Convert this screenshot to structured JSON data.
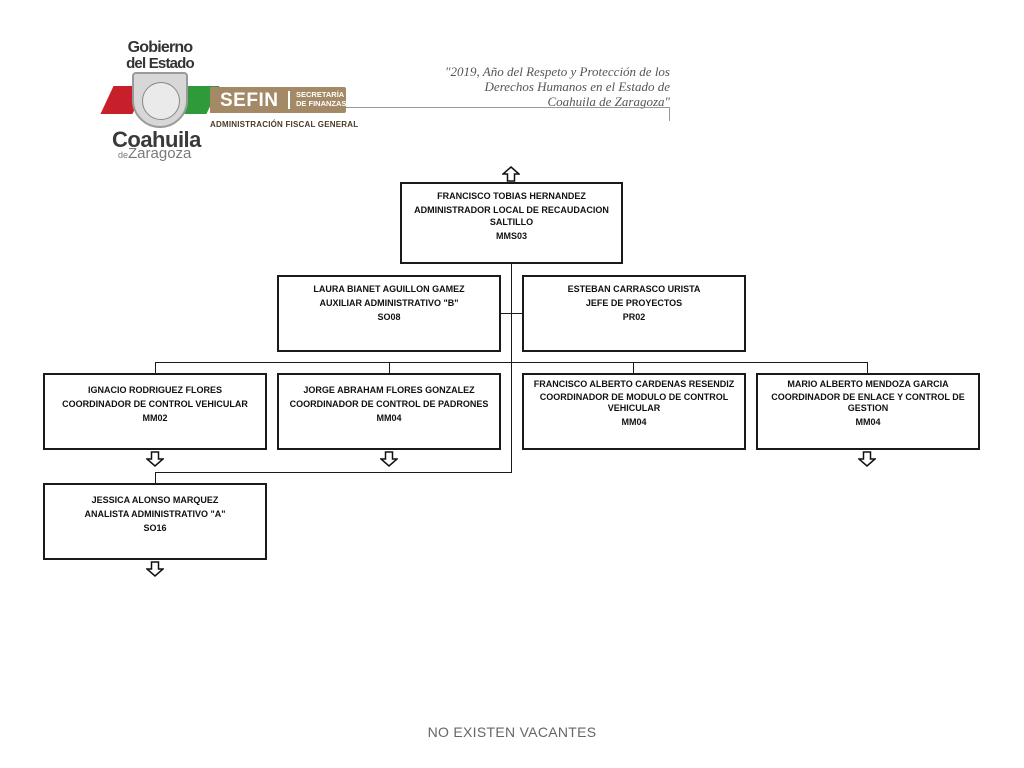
{
  "header": {
    "gov_line1": "Gobierno",
    "gov_line2": "del Estado",
    "state": "Coahuila",
    "state_de": "de",
    "state_sub": "Zaragoza",
    "sefin": "SEFIN",
    "sefin_sub1": "SECRETARÍA",
    "sefin_sub2": "DE FINANZAS",
    "agency": "ADMINISTRACIÓN FISCAL GENERAL",
    "quote_line1": "\"2019, Año del Respeto y Protección de los",
    "quote_line2": "Derechos Humanos en el Estado de",
    "quote_line3": "Coahuila de Zaragoza\""
  },
  "org": {
    "head": {
      "name": "FRANCISCO TOBIAS HERNANDEZ",
      "title1": "ADMINISTRADOR LOCAL DE RECAUDACION",
      "title2": "SALTILLO",
      "code": "MMS03"
    },
    "staff": [
      {
        "name": "LAURA BIANET AGUILLON GAMEZ",
        "title": "AUXILIAR ADMINISTRATIVO \"B\"",
        "code": "SO08"
      },
      {
        "name": "ESTEBAN CARRASCO URISTA",
        "title": "JEFE DE PROYECTOS",
        "code": "PR02"
      }
    ],
    "coordinators": [
      {
        "name": "IGNACIO RODRIGUEZ FLORES",
        "title": "COORDINADOR DE CONTROL VEHICULAR",
        "code": "MM02"
      },
      {
        "name": "JORGE ABRAHAM FLORES GONZALEZ",
        "title": "COORDINADOR DE CONTROL DE PADRONES",
        "code": "MM04"
      },
      {
        "name": "FRANCISCO ALBERTO CARDENAS RESENDIZ",
        "title": "COORDINADOR DE MODULO DE CONTROL VEHICULAR",
        "code": "MM04"
      },
      {
        "name": "MARIO ALBERTO MENDOZA GARCIA",
        "title": "COORDINADOR DE ENLACE Y CONTROL DE GESTION",
        "code": "MM04"
      }
    ],
    "analyst": {
      "name": "JESSICA ALONSO MARQUEZ",
      "title": "ANALISTA  ADMINISTRATIVO \"A\"",
      "code": "SO16"
    }
  },
  "footer": "NO EXISTEN VACANTES",
  "colors": {
    "box_border": "#1a1a1a",
    "sefin_brown": "#a48966",
    "seal_red": "#c8202b",
    "seal_green": "#2e9a3a"
  }
}
